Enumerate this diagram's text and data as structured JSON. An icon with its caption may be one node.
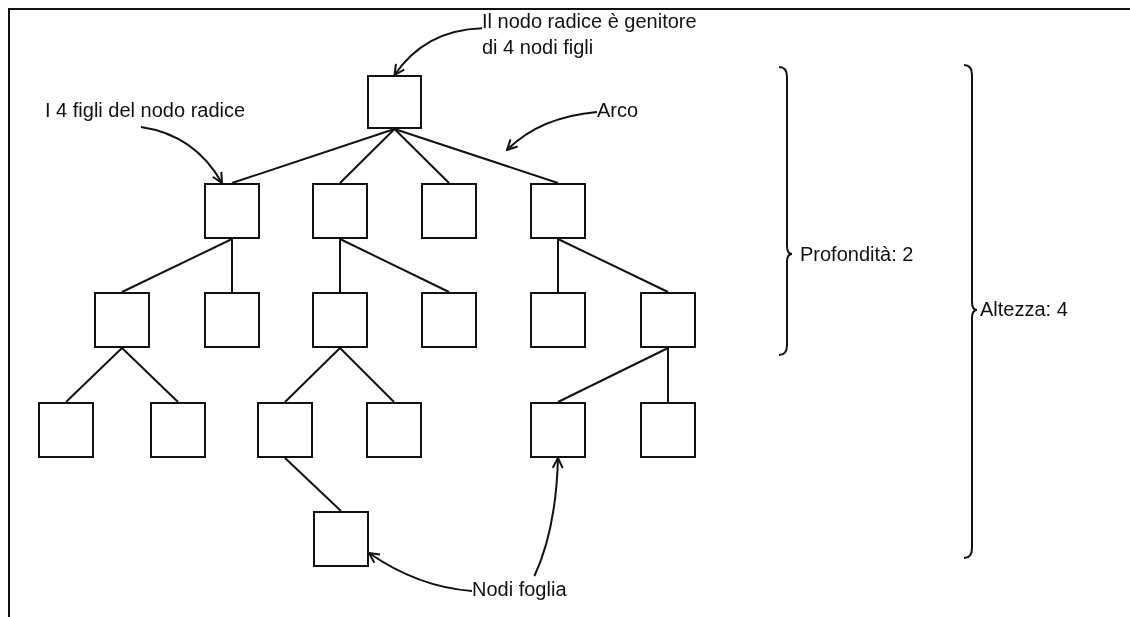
{
  "diagram": {
    "nodes": [
      {
        "text": [
          "Il nodo radice è genitore di 4 nodi figli"
        ]
      },
      {
        "text": [],
        "shape": "box"
      },
      {
        "text": [
          "I 4 figli del nodo radice"
        ]
      },
      {
        "text": [
          "Arco"
        ]
      },
      {
        "text": [],
        "shape": "box"
      },
      {
        "text": [],
        "shape": "box"
      },
      {
        "text": [],
        "shape": "box"
      },
      {
        "text": [],
        "shape": "box"
      },
      {
        "text": [],
        "shape": "box"
      },
      {
        "text": [],
        "shape": "box"
      },
      {
        "text": [],
        "shape": "box"
      },
      {
        "text": [],
        "shape": "box"
      },
      {
        "text": [],
        "shape": "box"
      },
      {
        "text": [],
        "shape": "box"
      },
      {
        "text": [],
        "shape": "box"
      },
      {
        "text": [],
        "shape": "box"
      },
      {
        "text": [],
        "shape": "box"
      },
      {
        "text": [],
        "shape": "box"
      },
      {
        "text": [],
        "shape": "box"
      },
      {
        "text": [],
        "shape": "box"
      },
      {
        "text": [],
        "shape": "box"
      },
      {
        "text": [
          "Nodi foglia"
        ]
      }
    ],
    "edges": [
      {
        "from": 0,
        "to": 1,
        "arrow": "to"
      },
      {
        "from": 2,
        "to": 4,
        "arrow": "to"
      },
      {
        "from": 3,
        "to": null,
        "arrow": "to"
      },
      {
        "from": 1,
        "to": 4,
        "arrow": "none"
      },
      {
        "from": 1,
        "to": 5,
        "arrow": "none"
      },
      {
        "from": 1,
        "to": 6,
        "arrow": "none"
      },
      {
        "from": 1,
        "to": 7,
        "arrow": "none"
      },
      {
        "from": 4,
        "to": 8,
        "arrow": "none"
      },
      {
        "from": 4,
        "to": 9,
        "arrow": "none"
      },
      {
        "from": 5,
        "to": 10,
        "arrow": "none"
      },
      {
        "from": 5,
        "to": 11,
        "arrow": "none"
      },
      {
        "from": 7,
        "to": 12,
        "arrow": "none"
      },
      {
        "from": 7,
        "to": 13,
        "arrow": "none"
      },
      {
        "from": 8,
        "to": 14,
        "arrow": "none"
      },
      {
        "from": 8,
        "to": 15,
        "arrow": "none"
      },
      {
        "from": 10,
        "to": 16,
        "arrow": "none"
      },
      {
        "from": 10,
        "to": 17,
        "arrow": "none"
      },
      {
        "from": 13,
        "to": 18,
        "arrow": "none"
      },
      {
        "from": 13,
        "to": 19,
        "arrow": "none"
      },
      {
        "from": 16,
        "to": 20,
        "arrow": "none"
      },
      {
        "from": 21,
        "to": 20,
        "arrow": "to"
      },
      {
        "from": 21,
        "to": 18,
        "arrow": "to"
      }
    ],
    "labels": [
      "Profondità: 2",
      "Altezza: 4"
    ]
  }
}
